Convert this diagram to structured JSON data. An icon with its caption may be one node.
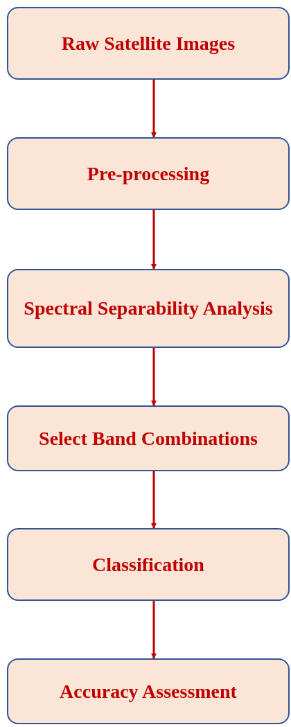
{
  "diagram": {
    "nodes": [
      {
        "text": [
          "Raw Satellite Images"
        ]
      },
      {
        "text": [
          "Pre-processing"
        ]
      },
      {
        "text": [
          "Spectral Separability Analysis"
        ]
      },
      {
        "text": [
          "Select Band Combinations"
        ]
      },
      {
        "text": [
          "Classification"
        ]
      },
      {
        "text": [
          "Accuracy Assessment"
        ]
      }
    ],
    "edges": [
      {
        "from": 0,
        "to": 1,
        "arrow": "to"
      },
      {
        "from": 1,
        "to": 2,
        "arrow": "to"
      },
      {
        "from": 2,
        "to": 3,
        "arrow": "to"
      },
      {
        "from": 3,
        "to": 4,
        "arrow": "to"
      },
      {
        "from": 4,
        "to": 5,
        "arrow": "to"
      }
    ]
  }
}
